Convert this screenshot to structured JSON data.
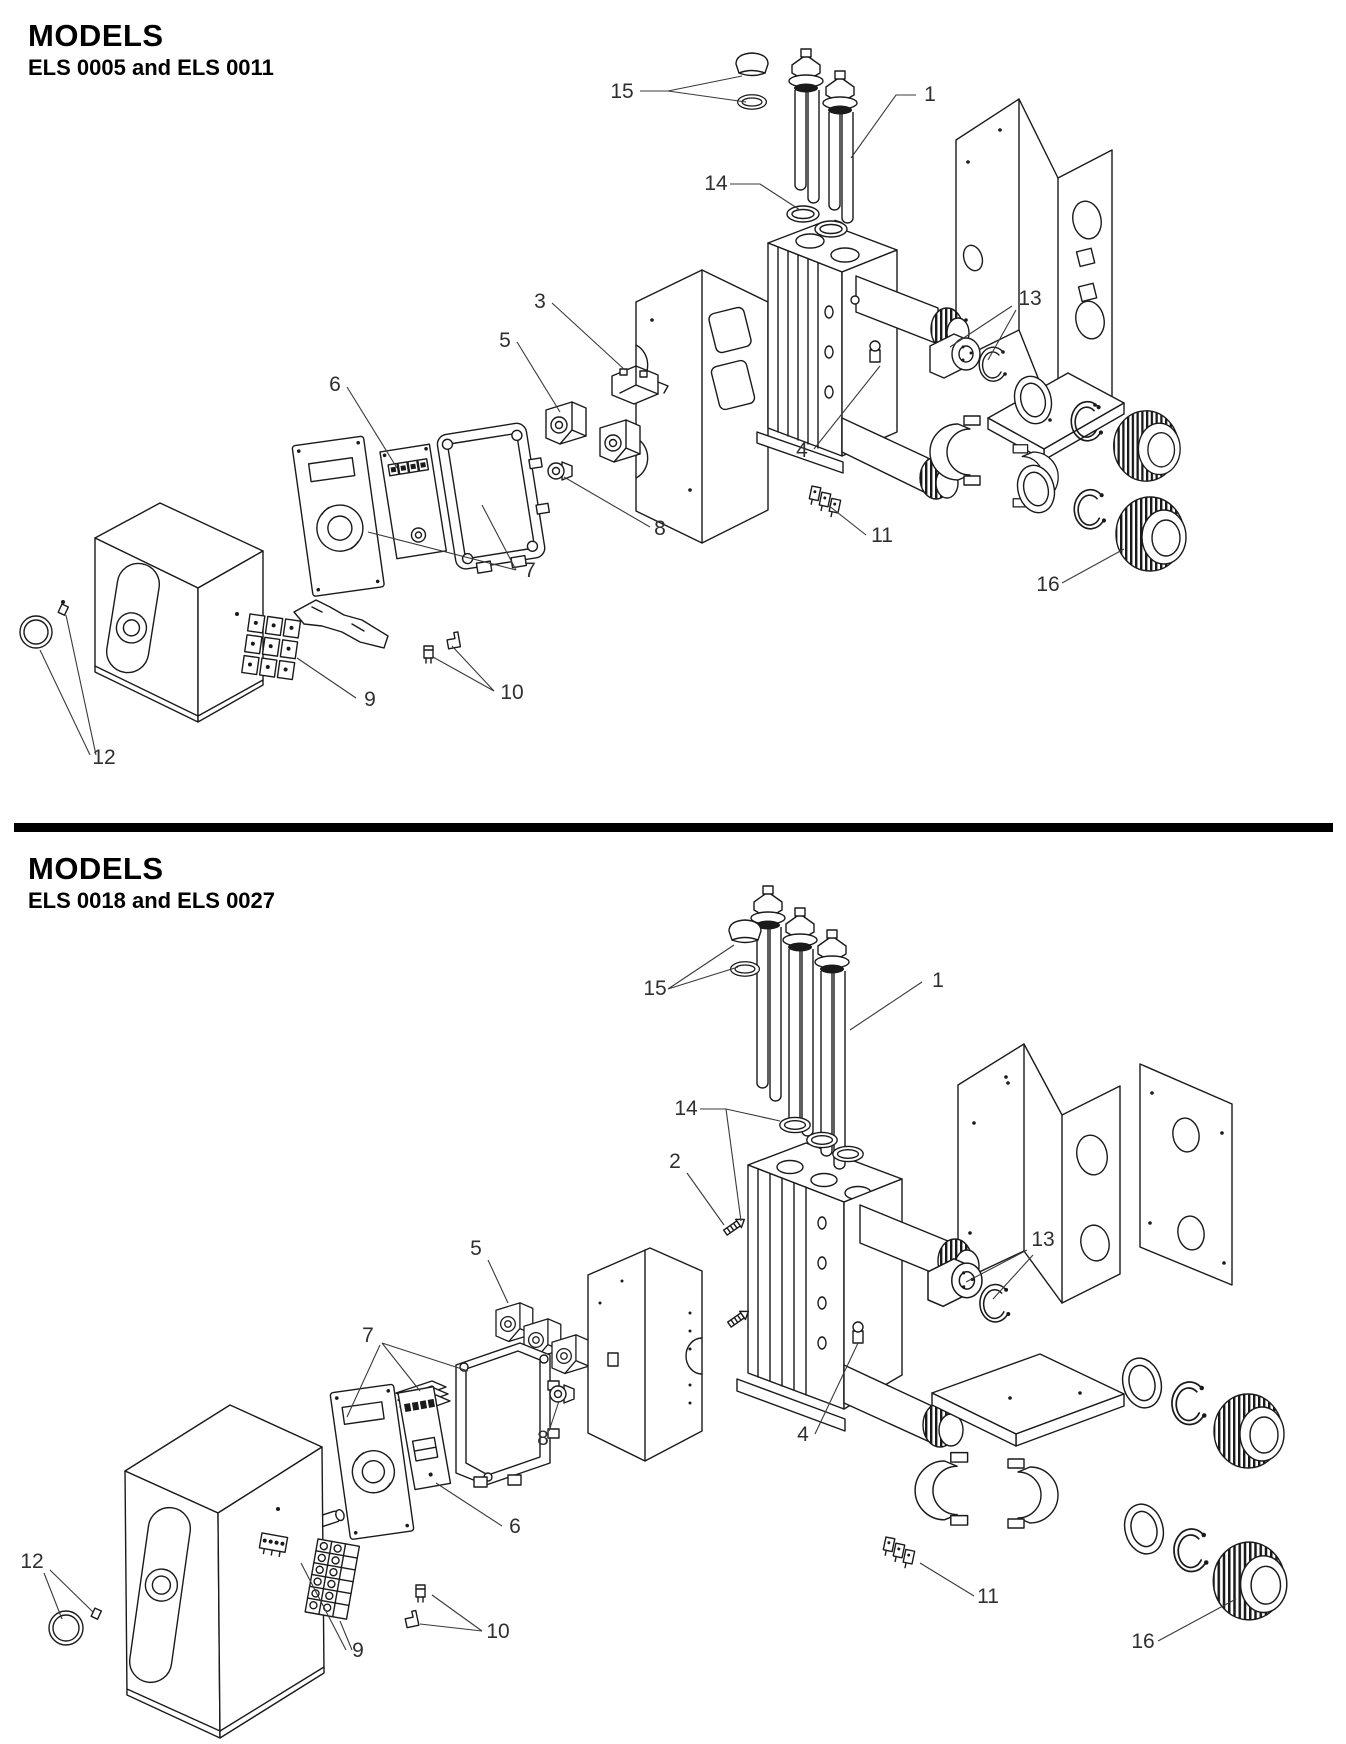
{
  "page": {
    "background": "#ffffff",
    "ink": "#1a1a1a",
    "leader_color": "#3a3a3a"
  },
  "sections": [
    {
      "title": "MODELS",
      "subtitle": "ELS 0005 and ELS 0011",
      "callouts": [
        {
          "label": "1"
        },
        {
          "label": "3"
        },
        {
          "label": "4"
        },
        {
          "label": "5"
        },
        {
          "label": "6"
        },
        {
          "label": "7"
        },
        {
          "label": "8"
        },
        {
          "label": "9"
        },
        {
          "label": "10"
        },
        {
          "label": "11"
        },
        {
          "label": "12"
        },
        {
          "label": "13"
        },
        {
          "label": "14"
        },
        {
          "label": "15"
        },
        {
          "label": "16"
        }
      ]
    },
    {
      "title": "MODELS",
      "subtitle": "ELS 0018 and ELS 0027",
      "callouts": [
        {
          "label": "1"
        },
        {
          "label": "2"
        },
        {
          "label": "4"
        },
        {
          "label": "5"
        },
        {
          "label": "6"
        },
        {
          "label": "7"
        },
        {
          "label": "8"
        },
        {
          "label": "9"
        },
        {
          "label": "10"
        },
        {
          "label": "11"
        },
        {
          "label": "12"
        },
        {
          "label": "13"
        },
        {
          "label": "14"
        },
        {
          "label": "15"
        },
        {
          "label": "16"
        }
      ]
    }
  ]
}
